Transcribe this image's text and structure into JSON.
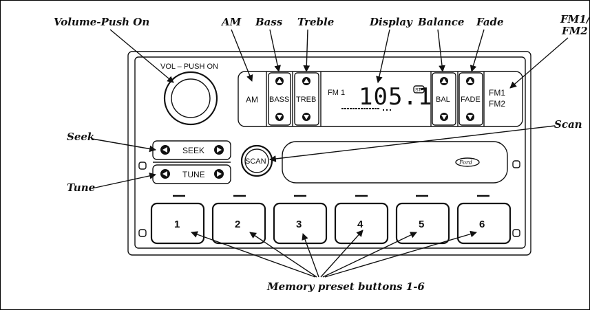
{
  "callouts": {
    "volume": "Volume-Push On",
    "am": "AM",
    "bass": "Bass",
    "treble": "Treble",
    "display": "Display",
    "balance": "Balance",
    "fade": "Fade",
    "fm_line1": "FM1/",
    "fm_line2": "FM2",
    "seek": "Seek",
    "tune": "Tune",
    "scan": "Scan",
    "presets": "Memory preset buttons 1-6"
  },
  "radio": {
    "volume_label": "VOL – PUSH ON",
    "am_button": "AM",
    "bass_button": "BASS",
    "treble_button": "TREB",
    "balance_button": "BAL",
    "fade_button": "FADE",
    "fm_button_line1": "FM1",
    "fm_button_line2": "FM2",
    "display_band": "FM 1",
    "display_frequency": "105.1",
    "display_stereo": "ST",
    "seek_label": "SEEK",
    "tune_label": "TUNE",
    "scan_label": "SCAN",
    "brand": "Ford",
    "presets": [
      "1",
      "2",
      "3",
      "4",
      "5",
      "6"
    ]
  }
}
